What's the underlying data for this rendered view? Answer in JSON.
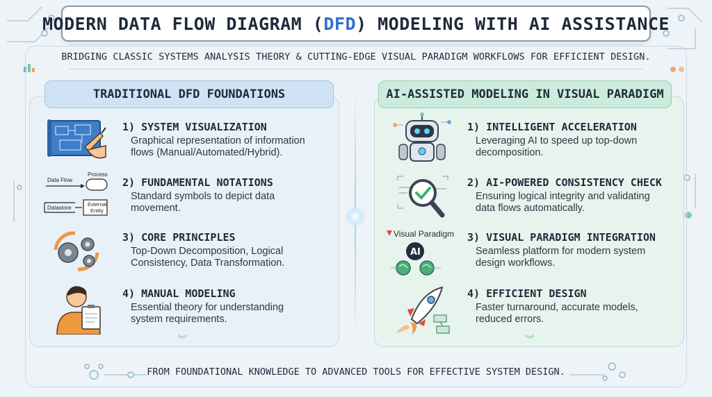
{
  "title": {
    "before": "MODERN DATA FLOW DIAGRAM (",
    "highlight": "DFD",
    "after": ") MODELING WITH AI ASSISTANCE"
  },
  "subtitle": "BRIDGING CLASSIC SYSTEMS ANALYSIS THEORY & CUTTING-EDGE VISUAL PARADIGM WORKFLOWS FOR EFFICIENT DESIGN.",
  "left_panel": {
    "heading": "TRADITIONAL DFD FOUNDATIONS",
    "items": [
      {
        "title": "1) SYSTEM VISUALIZATION",
        "desc": [
          "Graphical representation of information",
          "flows (Manual/Automated/Hybrid)."
        ]
      },
      {
        "title": "2) FUNDAMENTAL NOTATIONS",
        "desc": [
          "Standard symbols to depict data",
          "movement."
        ]
      },
      {
        "title": "3) CORE PRINCIPLES",
        "desc": [
          "Top-Down Decomposition, Logical",
          "Consistency, Data Transformation."
        ]
      },
      {
        "title": "4) MANUAL MODELING",
        "desc": [
          "Essential theory for understanding",
          "system requirements."
        ]
      }
    ],
    "notation_labels": {
      "data_flow": "Data Flow",
      "process": "Process",
      "datastore": "Datastore",
      "external_entity_1": "External",
      "external_entity_2": "Entity"
    }
  },
  "right_panel": {
    "heading": "AI-ASSISTED MODELING IN VISUAL PARADIGM",
    "items": [
      {
        "title": "1) INTELLIGENT ACCELERATION",
        "desc": [
          "Leveraging AI to speed up top-down",
          "decomposition."
        ]
      },
      {
        "title": "2) AI-POWERED CONSISTENCY CHECK",
        "desc": [
          "Ensuring logical integrity and validating",
          "data flows automatically."
        ]
      },
      {
        "title": "3) VISUAL PARADIGM INTEGRATION",
        "desc": [
          "Seamless platform for modern system",
          "design workflows."
        ]
      },
      {
        "title": "4) EFFICIENT DESIGN",
        "desc": [
          "Faster turnaround, accurate models,",
          "reduced errors."
        ]
      }
    ],
    "vp_logo_text": "Visual Paradigm",
    "ai_badge": "AI"
  },
  "footer": "FROM FOUNDATIONAL KNOWLEDGE TO ADVANCED TOOLS FOR EFFECTIVE SYSTEM DESIGN.",
  "colors": {
    "title_highlight": "#2d6fd0",
    "left_panel_bg": "#e9f1f8",
    "right_panel_bg": "#e7f4ee",
    "left_heading_bg": "#cfe3f5",
    "right_heading_bg": "#cdebdc"
  },
  "icons": [
    "blueprint-hand-icon",
    "dfd-notation-icon",
    "gears-cycle-icon",
    "person-clipboard-icon",
    "robot-icon",
    "magnifier-check-icon",
    "ai-brain-icon",
    "rocket-icon"
  ]
}
